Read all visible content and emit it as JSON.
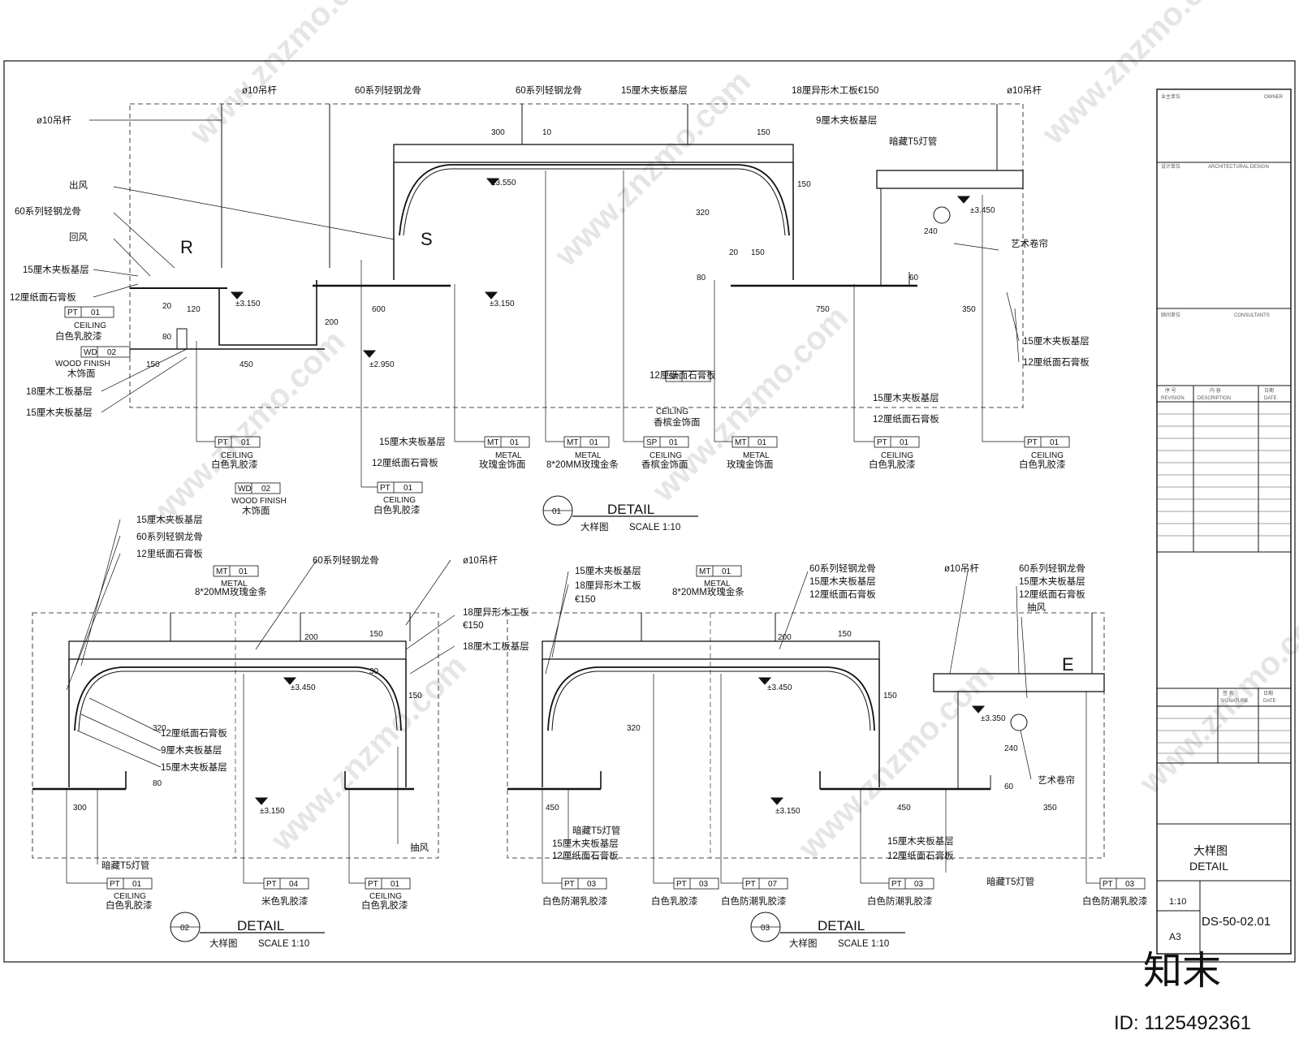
{
  "title_block": {
    "owner_cn": "业主单位",
    "owner_en": "OWNER",
    "design_cn": "设计单位",
    "design_en": "ARCHITECTURAL DESIGN",
    "consult_cn": "顾问单位",
    "consult_en": "CONSULTANTS",
    "rev_cn": "序 号",
    "rev_desc_cn": "内 容",
    "rev_date_cn": "日期",
    "rev_en": "REVISION",
    "rev_desc_en": "DESCRIPTION",
    "rev_date_en": "DATE",
    "sign_cn": "签 名",
    "sign_en": "SIGNATURE",
    "sign_date_cn": "日期",
    "sign_date_en": "DATE",
    "drawing_title_cn": "大样图",
    "drawing_title_en": "DETAIL",
    "scale": "1:10",
    "paper": "A3",
    "drawing_no": "DS-50-02.01"
  },
  "watermark": {
    "site": "www.znzmo.com",
    "brand": "知末",
    "id": "ID: 1125492361"
  },
  "details": [
    {
      "num": "01",
      "title": "DETAIL",
      "sub": "大样图",
      "scale": "SCALE  1:10"
    },
    {
      "num": "02",
      "title": "DETAIL",
      "sub": "大样图",
      "scale": "SCALE  1:10"
    },
    {
      "num": "03",
      "title": "DETAIL",
      "sub": "大样图",
      "scale": "SCALE  1:10"
    }
  ],
  "tags": {
    "pt": "PT",
    "mt": "MT",
    "sp": "SP",
    "wd": "WD",
    "c01": "01",
    "c02": "02",
    "c03": "03",
    "c04": "04",
    "c07": "07",
    "ceiling": "CEILING",
    "metal": "METAL",
    "wood": "WOOD FINISH"
  },
  "labels": {
    "rod": "ø10吊杆",
    "keel": "60系列轻钢龙骨",
    "ply15": "15厘木夹板基层",
    "arc_board": "18厘异形木工板€150",
    "arc_board_a": "18厘异形木工板",
    "arc_board_b": "€150",
    "ply9": "9厘木夹板基层",
    "t5": "暗藏T5灯管",
    "supply": "出风",
    "return": "回风",
    "exhaust": "抽风",
    "gyp12": "12厘纸面石膏板",
    "gyp12b": "12里纸面石膏板",
    "white_latex": "白色乳胶漆",
    "wood_face": "木饰面",
    "board18": "18厘木工板基层",
    "blind": "艺术卷帘",
    "rose_gold": "玫瑰金饰面",
    "rose_strip": "8*20MM玫瑰金条",
    "champagne": "香槟金饰面",
    "beige_latex": "米色乳胶漆",
    "white_mold": "白色防潮乳胶漆",
    "white_mold_b": "白色防潮乳胶漆"
  },
  "levels": {
    "l3550": "±3.550",
    "l3150": "±3.150",
    "l2950": "±2.950",
    "l3450": "±3.450",
    "l3350": "±3.350"
  },
  "dims": {
    "d300": "300",
    "d10": "10",
    "d150": "150",
    "d320": "320",
    "d240": "240",
    "d80": "80",
    "d20": "20",
    "d60": "60",
    "d600": "600",
    "d750": "750",
    "d350": "350",
    "d120": "120",
    "d200": "200",
    "d450": "450",
    "d30": "30"
  },
  "markers": {
    "r": "R",
    "s": "S",
    "e": "E"
  }
}
